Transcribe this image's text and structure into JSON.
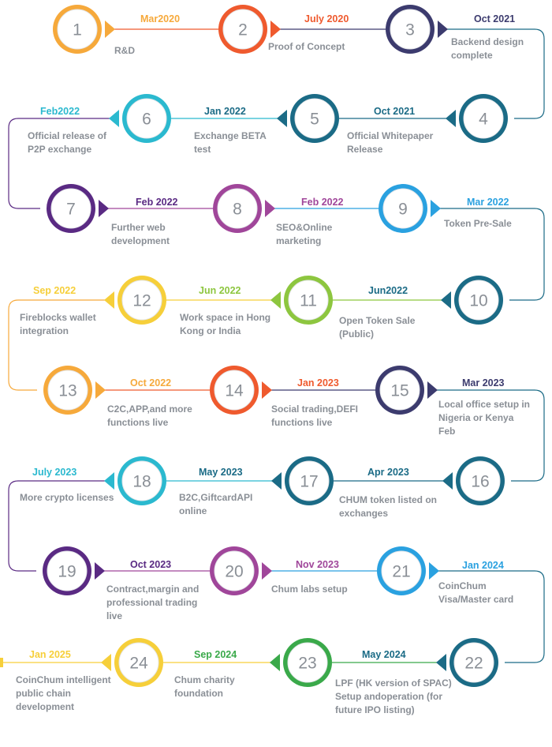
{
  "colors": {
    "orange": "#f6a93b",
    "red": "#ef5a2e",
    "navy": "#3c3b6e",
    "teal": "#1b6b86",
    "cyan": "#2bb9cf",
    "purple": "#5a2a83",
    "magenta": "#a0469a",
    "sky": "#2aa1e0",
    "yellow": "#f6cf3a",
    "green": "#8dc63f",
    "line_green": "#3aa94a",
    "grey_text": "#8a8f96"
  },
  "milestones": [
    {
      "num": "1",
      "date": "Mar2020",
      "text": "R&D"
    },
    {
      "num": "2",
      "date": "July 2020",
      "text": "Proof of Concept"
    },
    {
      "num": "3",
      "date": "Oct 2021",
      "text": "Backend design complete"
    },
    {
      "num": "4",
      "date": "Oct 2021",
      "text": "Official Whitepaper Release"
    },
    {
      "num": "5",
      "date": "Jan 2022",
      "text": "Exchange BETA test"
    },
    {
      "num": "6",
      "date": "Feb2022",
      "text": "Official release of P2P exchange"
    },
    {
      "num": "7",
      "date": "Feb 2022",
      "text": "Further web development"
    },
    {
      "num": "8",
      "date": "Feb 2022",
      "text": "SEO&Online marketing"
    },
    {
      "num": "9",
      "date": "Mar 2022",
      "text": "Token Pre-Sale"
    },
    {
      "num": "10",
      "date": "Jun2022",
      "text": "Open Token Sale (Public)"
    },
    {
      "num": "11",
      "date": "Jun 2022",
      "text": "Work space in Hong Kong or India"
    },
    {
      "num": "12",
      "date": "Sep 2022",
      "text": "Fireblocks wallet integration"
    },
    {
      "num": "13",
      "date": "Oct 2022",
      "text": "C2C,APP,and more functions live"
    },
    {
      "num": "14",
      "date": "Jan 2023",
      "text": "Social trading,DEFI functions live"
    },
    {
      "num": "15",
      "date": "Mar 2023",
      "text": "Local office setup in Nigeria or Kenya Feb"
    },
    {
      "num": "16",
      "date": "Apr 2023",
      "text": "CHUM token listed on exchanges"
    },
    {
      "num": "17",
      "date": "May 2023",
      "text": "B2C,GiftcardAPI online"
    },
    {
      "num": "18",
      "date": "July 2023",
      "text": "More crypto licenses"
    },
    {
      "num": "19",
      "date": "Oct 2023",
      "text": "Contract,margin and professional trading live"
    },
    {
      "num": "20",
      "date": "Nov 2023",
      "text": "Chum labs setup"
    },
    {
      "num": "21",
      "date": "Jan 2024",
      "text": "CoinChum Visa/Master card"
    },
    {
      "num": "22",
      "date": "May 2024",
      "text": "LPF (HK version of SPAC) Setup andoperation (for future IPO listing)"
    },
    {
      "num": "23",
      "date": "Sep 2024",
      "text": "Chum charity foundation"
    },
    {
      "num": "24",
      "date": "Jan 2025",
      "text": "CoinChum intelligent public chain development"
    }
  ]
}
